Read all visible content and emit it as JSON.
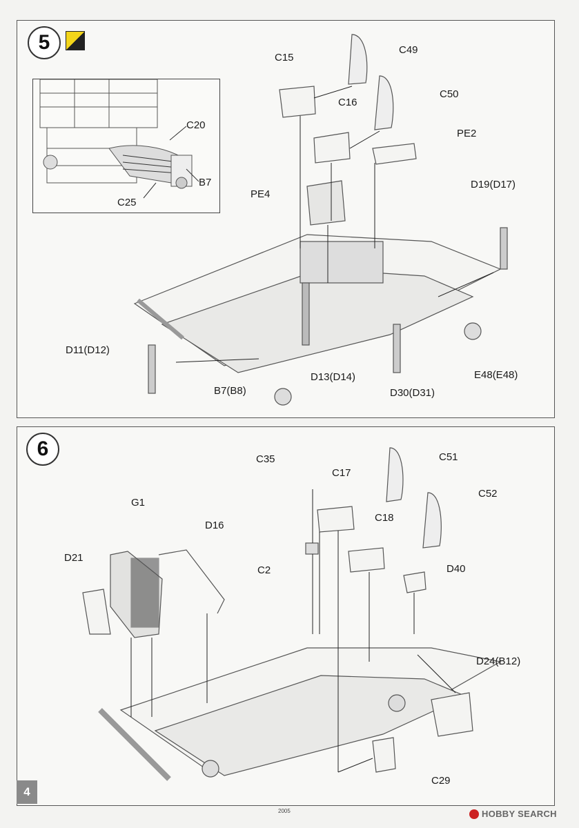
{
  "steps": {
    "step5": {
      "number": "5"
    },
    "step6": {
      "number": "6"
    }
  },
  "step5_labels": {
    "c15": "C15",
    "c49": "C49",
    "c16": "C16",
    "c50": "C50",
    "pe2": "PE2",
    "pe4": "PE4",
    "d19": "D19(D17)",
    "d11": "D11(D12)",
    "d13": "D13(D14)",
    "d30": "D30(D31)",
    "e48": "E48(E48)",
    "b7b8": "B7(B8)"
  },
  "inset_labels": {
    "c20": "C20",
    "b7": "B7",
    "c25": "C25"
  },
  "step6_labels": {
    "c35": "C35",
    "c17": "C17",
    "c51": "C51",
    "c52": "C52",
    "c18": "C18",
    "g1": "G1",
    "d16": "D16",
    "d21": "D21",
    "c2": "C2",
    "d40": "D40",
    "d24": "D24(B12)",
    "c29": "C29"
  },
  "footer": {
    "page_number": "4",
    "code": "2005",
    "watermark": "HOBBY SEARCH"
  },
  "colors": {
    "paint_yellow": "#f3d51a",
    "paint_black": "#222222"
  }
}
